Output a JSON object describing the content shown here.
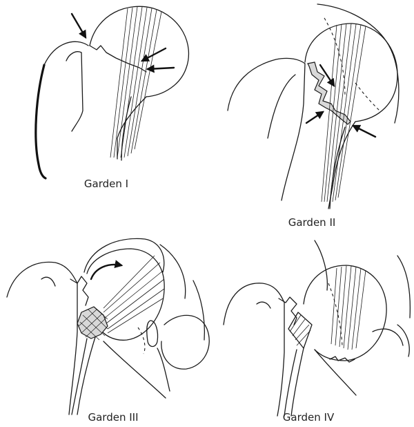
{
  "panels": [
    {
      "id": "garden-1",
      "caption": "Garden I"
    },
    {
      "id": "garden-2",
      "caption": "Garden II"
    },
    {
      "id": "garden-3",
      "caption": "Garden III"
    },
    {
      "id": "garden-4",
      "caption": "Garden IV"
    }
  ]
}
